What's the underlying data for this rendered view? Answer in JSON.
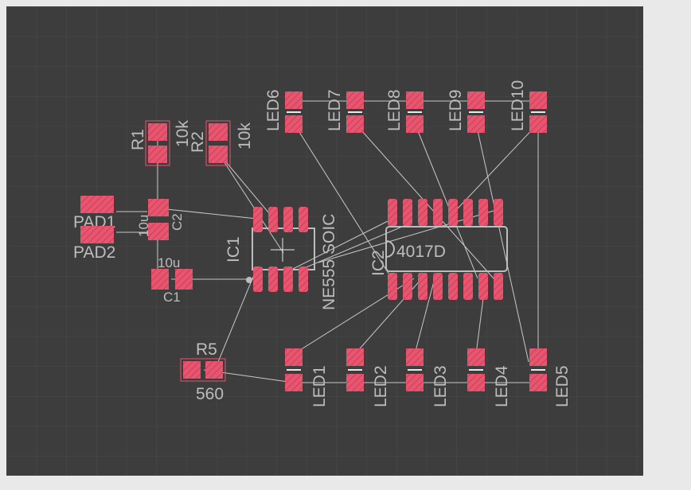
{
  "colors": {
    "background": "#e9e9e9",
    "board": "#3d3d3d",
    "grid": "#4a4a4a",
    "pad": "#e8556f",
    "ratsnest": "#c8c8c8",
    "silkscreen": "#bdbdbd"
  },
  "components": {
    "r1": {
      "name": "R1",
      "value": "10k"
    },
    "r2": {
      "name": "R2",
      "value": "10k"
    },
    "r5": {
      "name": "R5",
      "value": "560"
    },
    "c1": {
      "name": "C1",
      "value": "10u"
    },
    "c2": {
      "name": "C2",
      "value": "10u"
    },
    "pad1": {
      "name": "PAD1"
    },
    "pad2": {
      "name": "PAD2"
    },
    "ic1": {
      "name": "IC1",
      "value": "NE555 SOIC"
    },
    "ic2": {
      "name": "IC2",
      "value": "4017D"
    },
    "led1": {
      "name": "LED1"
    },
    "led2": {
      "name": "LED2"
    },
    "led3": {
      "name": "LED3"
    },
    "led4": {
      "name": "LED4"
    },
    "led5": {
      "name": "LED5"
    },
    "led6": {
      "name": "LED6"
    },
    "led7": {
      "name": "LED7"
    },
    "led8": {
      "name": "LED8"
    },
    "led9": {
      "name": "LED9"
    },
    "led10": {
      "name": "LED10"
    }
  }
}
